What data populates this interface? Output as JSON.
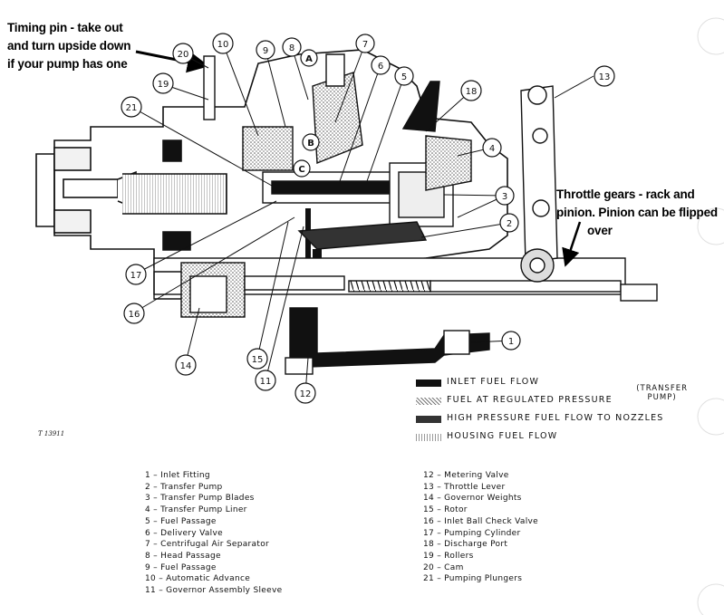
{
  "annotations": {
    "timing_pin": [
      "Timing pin - take out",
      "and turn upside down",
      "if your pump has one"
    ],
    "throttle_gears": [
      "Throttle gears - rack and",
      "pinion. Pinion can be flipped",
      "over"
    ]
  },
  "callouts": [
    "1",
    "2",
    "3",
    "4",
    "5",
    "6",
    "7",
    "8",
    "9",
    "10",
    "11",
    "12",
    "13",
    "14",
    "15",
    "16",
    "17",
    "18",
    "19",
    "20",
    "21"
  ],
  "letters": [
    "A",
    "B",
    "C"
  ],
  "legend": [
    {
      "label": "INLET FUEL FLOW"
    },
    {
      "label": "FUEL AT REGULATED PRESSURE",
      "note": [
        "(TRANSFER",
        "PUMP)"
      ]
    },
    {
      "label": "HIGH PRESSURE FUEL FLOW TO NOZZLES"
    },
    {
      "label": "HOUSING FUEL FLOW"
    }
  ],
  "figure_code": "T 13911",
  "parts_left": [
    "1 – Inlet Fitting",
    "2 – Transfer Pump",
    "3 – Transfer Pump Blades",
    "4 – Transfer Pump Liner",
    "5 – Fuel Passage",
    "6 – Delivery Valve",
    "7 – Centrifugal Air Separator",
    "8 – Head Passage",
    "9 – Fuel Passage",
    "10 – Automatic Advance",
    "11 – Governor Assembly Sleeve"
  ],
  "parts_right": [
    "12 – Metering Valve",
    "13 – Throttle Lever",
    "14 – Governor Weights",
    "15 – Rotor",
    "16 – Inlet Ball Check Valve",
    "17 – Pumping Cylinder",
    "18 – Discharge Port",
    "19 – Rollers",
    "20 – Cam",
    "21 – Pumping Plungers"
  ]
}
